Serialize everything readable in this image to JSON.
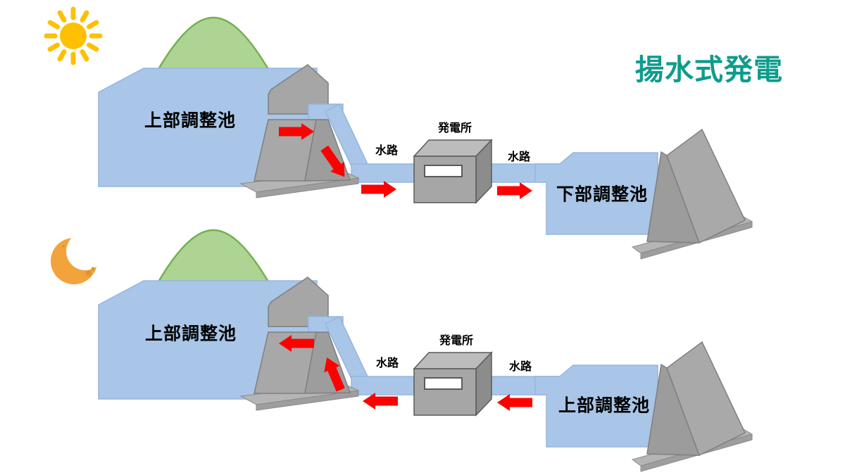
{
  "title": "揚水式発電",
  "colors": {
    "title_teal": "#0E9C8C",
    "water_blue": "#A9C6E8",
    "mountain_green": "#AED494",
    "structure_gray": "#A6A6A6",
    "arrow_red": "#FF0000",
    "sun_yellow": "#FFC000",
    "moon_orange": "#F2A33C"
  },
  "diagrams": {
    "day": {
      "time_icon": "sun-icon",
      "upper_reservoir": "上部調整池",
      "powerhouse": "発電所",
      "waterway_left": "水路",
      "waterway_right": "水路",
      "lower_reservoir": "下部調整池",
      "flow_arrows": [
        "right",
        "down-right",
        "right",
        "right"
      ]
    },
    "night": {
      "time_icon": "moon-icon",
      "upper_reservoir": "上部調整池",
      "powerhouse": "発電所",
      "waterway_left": "水路",
      "waterway_right": "水路",
      "lower_reservoir": "上部調整池",
      "flow_arrows": [
        "left",
        "up-left",
        "left",
        "left"
      ]
    }
  }
}
